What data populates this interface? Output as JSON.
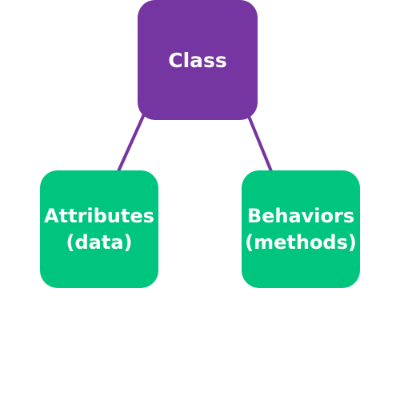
{
  "colors": {
    "class_node": "#7636A1",
    "child_node": "#00C57E",
    "edge": "#7636A1",
    "text": "#FFFFFF"
  },
  "diagram": {
    "root": {
      "label": "Class"
    },
    "children": [
      {
        "line1": "Attributes",
        "line2": "(data)"
      },
      {
        "line1": "Behaviors",
        "line2": "(methods)"
      }
    ]
  }
}
